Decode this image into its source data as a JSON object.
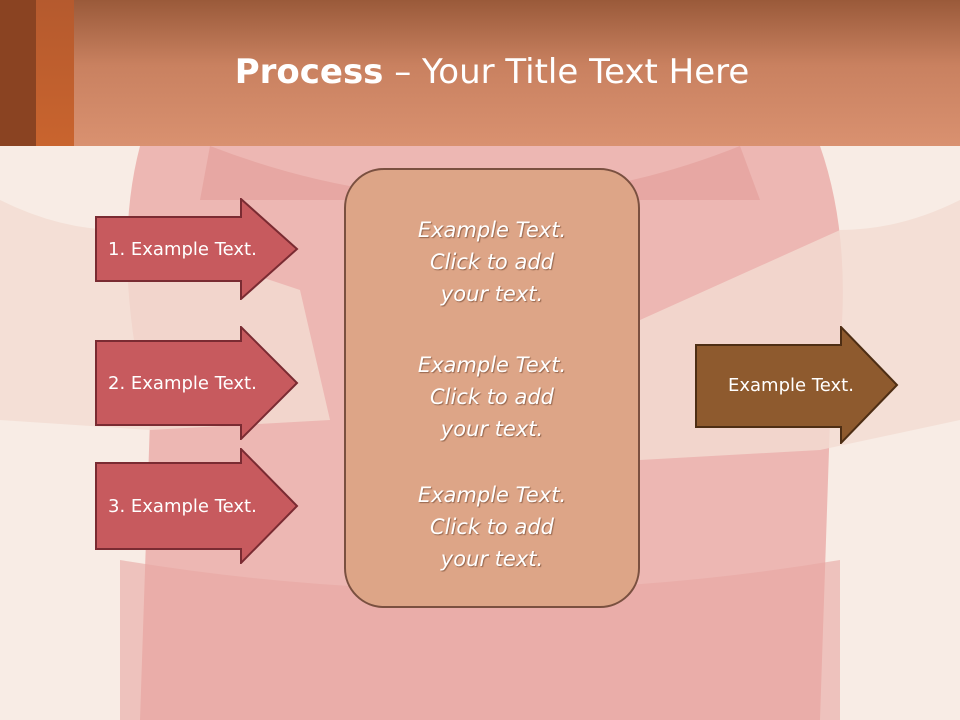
{
  "title": {
    "bold": "Process",
    "rest": " – Your Title Text Here"
  },
  "steps": [
    {
      "label": "1. Example Text."
    },
    {
      "label": "2. Example Text."
    },
    {
      "label": "3. Example Text."
    }
  ],
  "center_box": {
    "blocks": [
      {
        "line1": "Example Text.",
        "line2": "Click  to add",
        "line3": "your text."
      },
      {
        "line1": "Example Text.",
        "line2": "Click  to add",
        "line3": "your text."
      },
      {
        "line1": "Example Text.",
        "line2": "Click  to add",
        "line3": "your text."
      }
    ]
  },
  "output": {
    "label": "Example Text."
  },
  "colors": {
    "step_arrow": "#c75a5e",
    "output_arrow": "#8e5a2e",
    "box": "#dda587",
    "header": "#c98160"
  }
}
